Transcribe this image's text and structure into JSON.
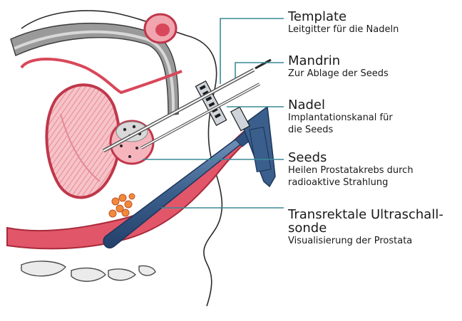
{
  "labels": {
    "template": {
      "title": "Template",
      "desc": "Leitgitter für die Nadeln"
    },
    "mandrin": {
      "title": "Mandrin",
      "desc": "Zur Ablage der Seeds"
    },
    "nadel": {
      "title": "Nadel",
      "desc_line1": "Implantationskanal für",
      "desc_line2": "die Seeds"
    },
    "seeds": {
      "title": "Seeds",
      "desc_line1": "Heilen Prostatakrebs durch",
      "desc_line2": "radioaktive Strahlung"
    },
    "sonde": {
      "title_line1": "Transrektale Ultraschall-",
      "title_line2": "sonde",
      "desc": "Visualisierung der Prostata"
    }
  },
  "colors": {
    "leader": "#3a8a96",
    "rectum": "#c83a4a",
    "probe": "#3b5f8c",
    "tissue": "#f4a6b0",
    "bone": "#dcdcdc",
    "penis": "#8a8a8a"
  }
}
